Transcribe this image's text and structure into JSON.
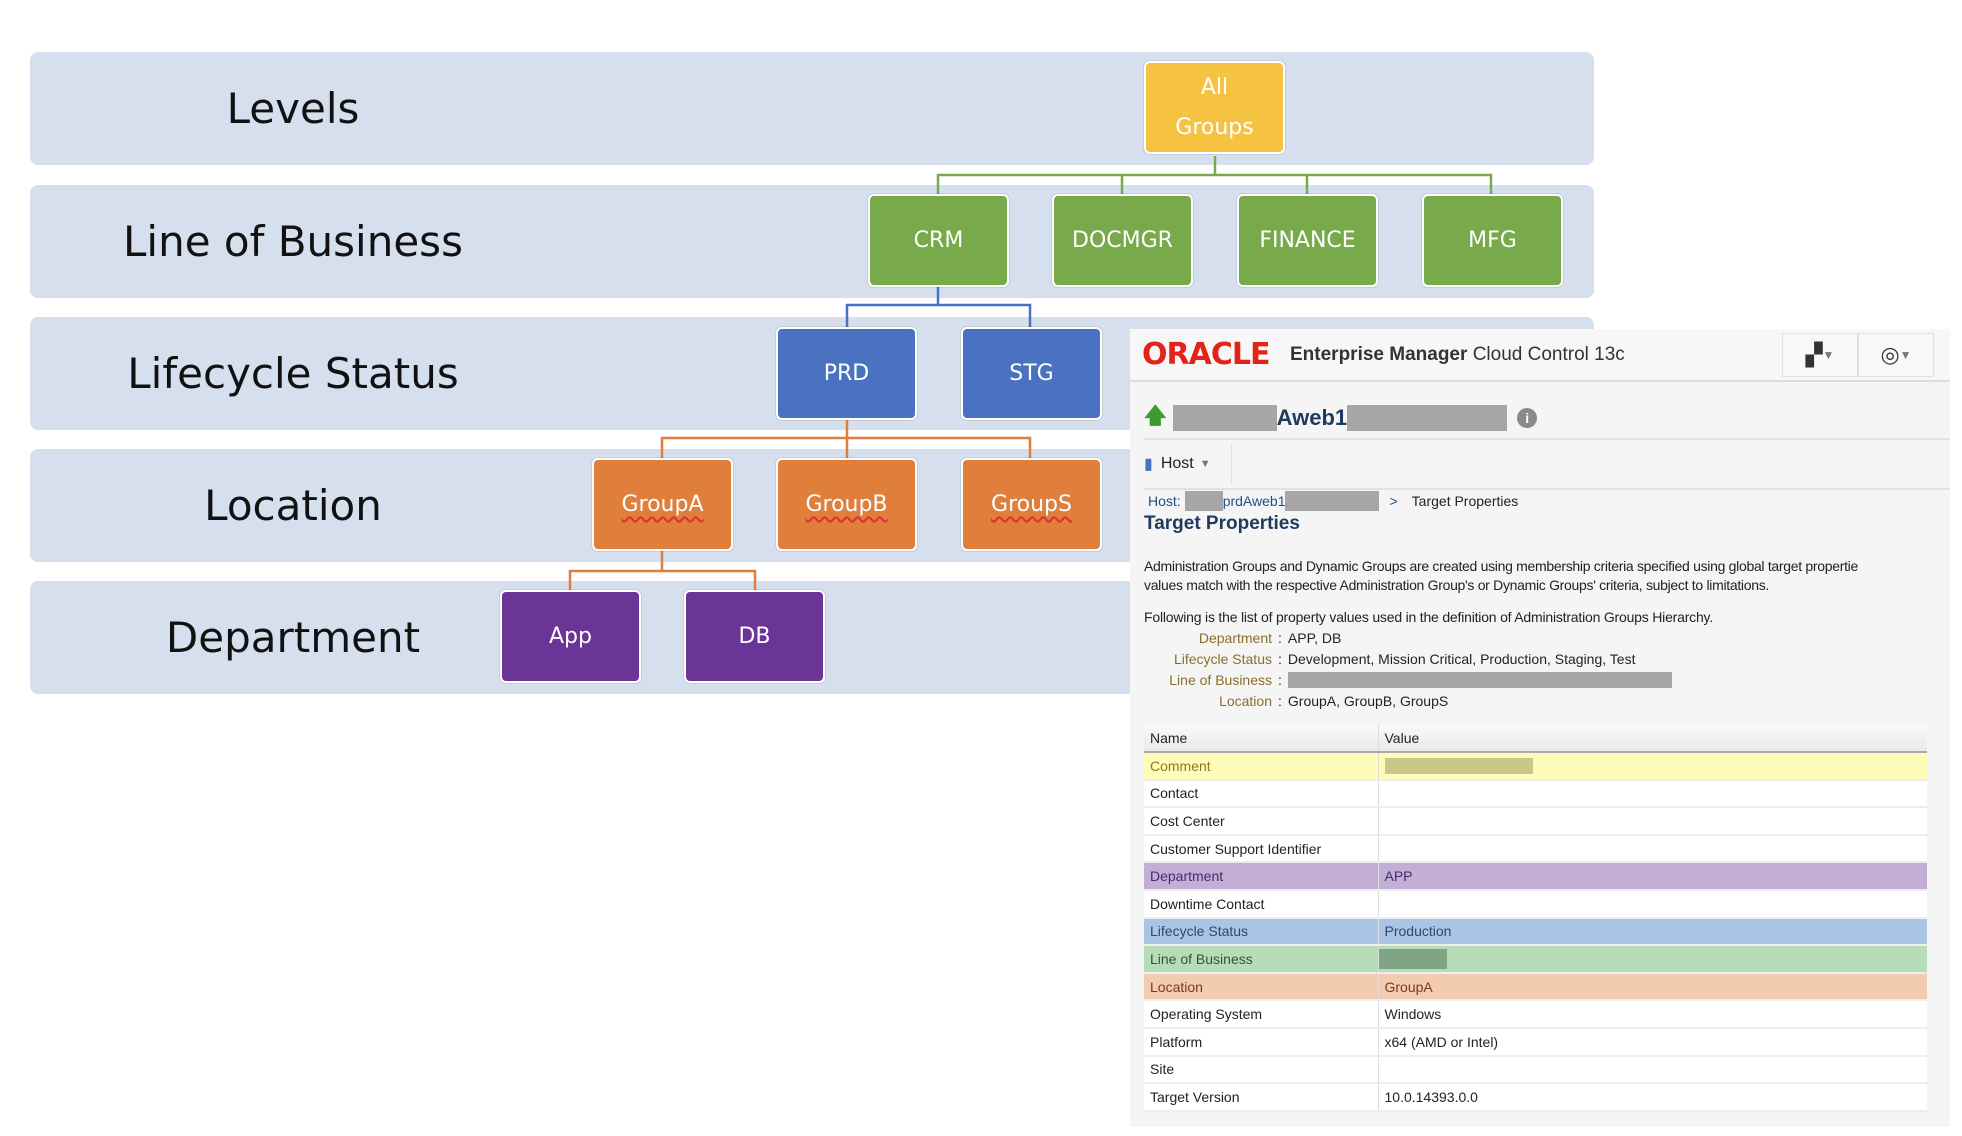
{
  "diagram": {
    "levels": [
      {
        "label": "Levels"
      },
      {
        "label": "Line of Business"
      },
      {
        "label": "Lifecycle Status"
      },
      {
        "label": "Location"
      },
      {
        "label": "Department"
      }
    ],
    "root": {
      "line1": "All",
      "line2": "Groups",
      "color": "#f5c242"
    },
    "line_of_business": {
      "items": [
        "CRM",
        "DOCMGR",
        "FINANCE",
        "MFG"
      ],
      "color": "#78a94a"
    },
    "lifecycle_status": {
      "items": [
        "PRD",
        "STG"
      ],
      "color": "#4a72c0"
    },
    "location": {
      "items": [
        "GroupA",
        "GroupB",
        "GroupS"
      ],
      "color": "#e07e3c"
    },
    "department": {
      "items": [
        "App",
        "DB"
      ],
      "color": "#6a3597"
    }
  },
  "em": {
    "logo": "ORACLE",
    "product_bold": "Enterprise Manager",
    "product_rest": "Cloud Control 13c",
    "target_name": "Aweb1",
    "target_menu": "Host",
    "breadcrumb": {
      "prefix": "Host:",
      "host": "prdAweb1",
      "sep": ">",
      "current": "Target Properties"
    },
    "page_title": "Target Properties",
    "intro1": "Administration Groups and Dynamic Groups are created using membership criteria specified using global target propertie",
    "intro2": "values match with the respective Administration Group's or Dynamic Groups' criteria, subject to limitations.",
    "following": "Following is the list of property values used in the definition of Administration Groups Hierarchy.",
    "criteria": [
      {
        "name": "Department",
        "value": "APP, DB"
      },
      {
        "name": "Lifecycle Status",
        "value": "Development, Mission Critical, Production, Staging, Test"
      },
      {
        "name": "Line of Business",
        "value": ""
      },
      {
        "name": "Location",
        "value": "GroupA, GroupB, GroupS"
      }
    ],
    "table": {
      "headers": [
        "Name",
        "Value"
      ],
      "rows": [
        {
          "name": "Comment",
          "value": "",
          "bg": "#fffbb8",
          "fg": "#8a7a20"
        },
        {
          "name": "Contact",
          "value": ""
        },
        {
          "name": "Cost Center",
          "value": ""
        },
        {
          "name": "Customer Support Identifier",
          "value": ""
        },
        {
          "name": "Department",
          "value": "APP",
          "bg": "#c3aed6",
          "fg": "#4a2a6a"
        },
        {
          "name": "Downtime Contact",
          "value": ""
        },
        {
          "name": "Lifecycle Status",
          "value": "Production",
          "bg": "#a9c4e4",
          "fg": "#2a4a78"
        },
        {
          "name": "Line of Business",
          "value": "",
          "bg": "#b6dcb8",
          "fg": "#2a5a30"
        },
        {
          "name": "Location",
          "value": "GroupA",
          "bg": "#f2cbb0",
          "fg": "#7a3a1a"
        },
        {
          "name": "Operating System",
          "value": "Windows"
        },
        {
          "name": "Platform",
          "value": "x64 (AMD or Intel)"
        },
        {
          "name": "Site",
          "value": ""
        },
        {
          "name": "Target Version",
          "value": "10.0.14393.0.0"
        }
      ]
    }
  }
}
